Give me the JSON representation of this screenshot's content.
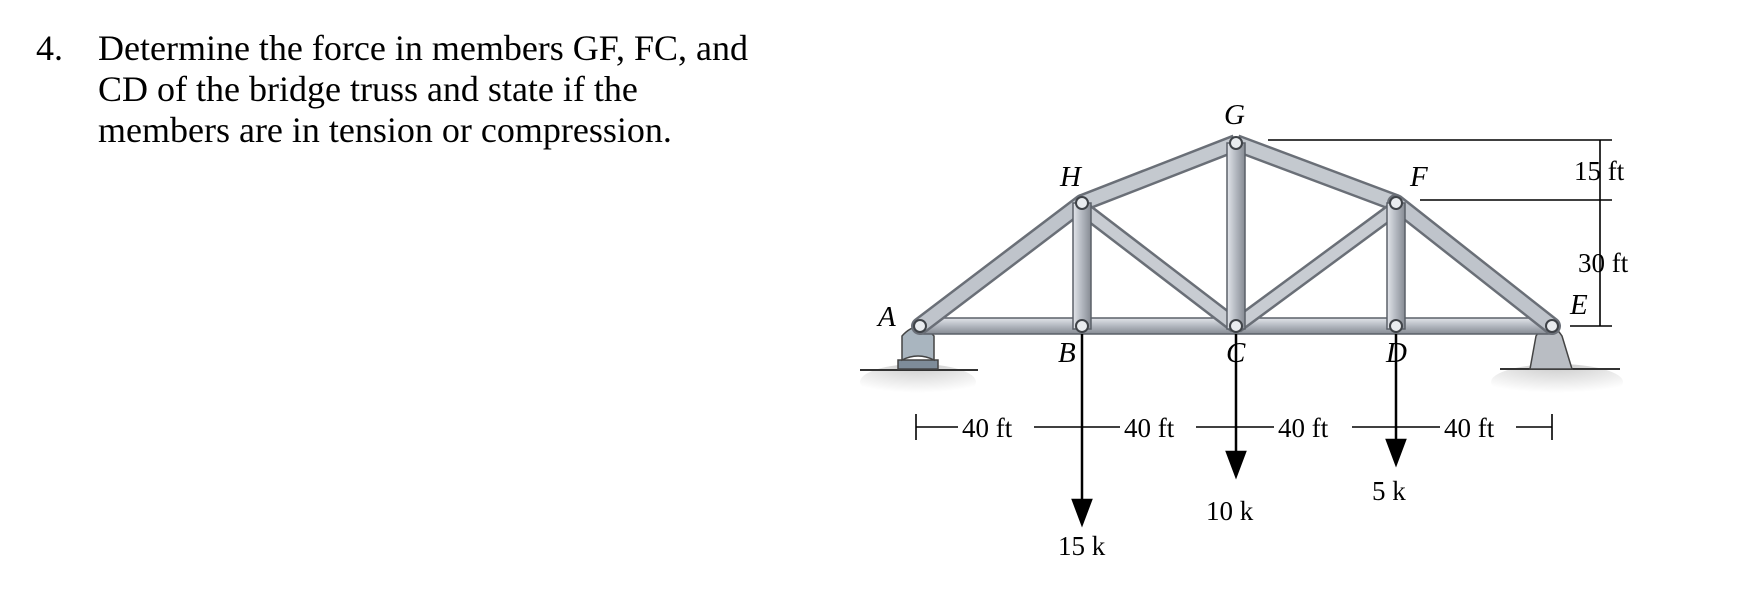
{
  "problem": {
    "number": "4.",
    "lines": [
      "Determine the force in members GF, FC, and",
      "CD of the bridge truss and state if the",
      "members are in tension or compression."
    ]
  },
  "nodes": {
    "A": "A",
    "B": "B",
    "C": "C",
    "D": "D",
    "E": "E",
    "F": "F",
    "G": "G",
    "H": "H"
  },
  "dimensions": {
    "span1": "40 ft",
    "span2": "40 ft",
    "span3": "40 ft",
    "span4": "40 ft",
    "rise_top": "15 ft",
    "rise_side": "30 ft"
  },
  "loads": {
    "B": "15 k",
    "C": "10 k",
    "D": "5 k"
  },
  "colors": {
    "member_fill": "#b7bcc4",
    "member_edge": "#5b6068",
    "ground": "#d8d8d8",
    "text": "#000000"
  }
}
